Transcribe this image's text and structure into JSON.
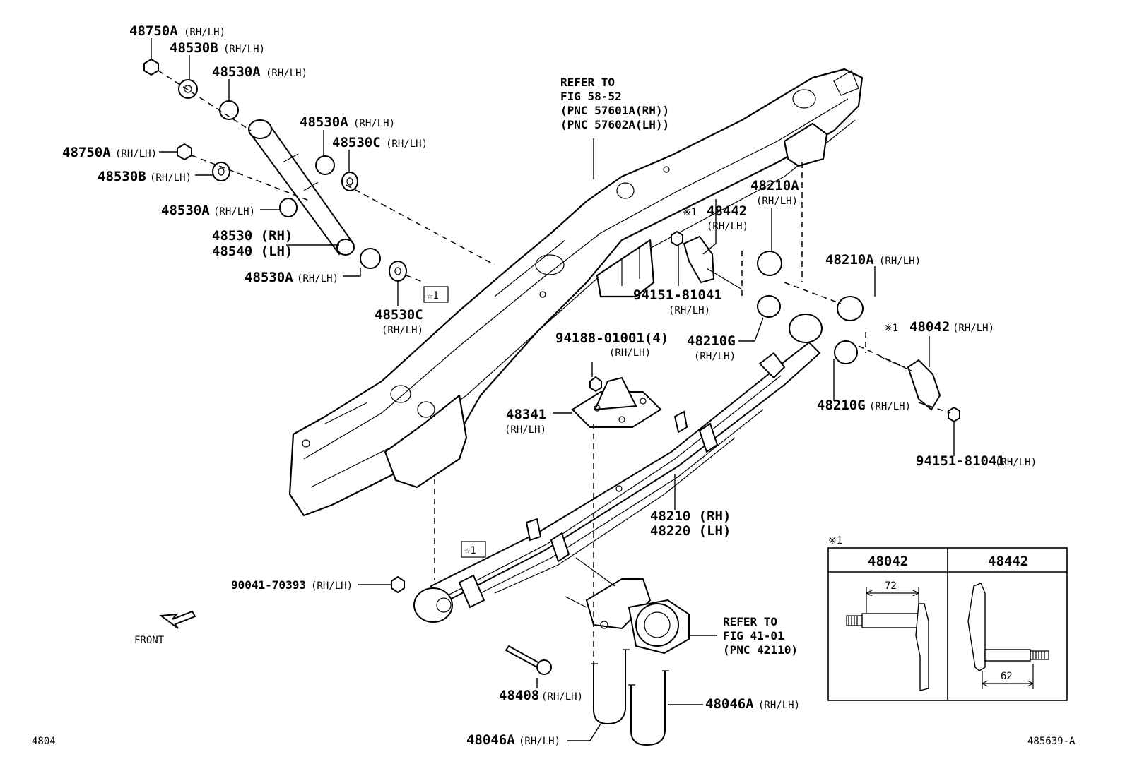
{
  "labels": {
    "p48750A_top": "48750A",
    "p48750A_top_s": "(RH/LH)",
    "p48530B_top": "48530B",
    "p48530B_top_s": "(RH/LH)",
    "p48530A_1": "48530A",
    "p48530A_1_s": "(RH/LH)",
    "p48530A_2": "48530A",
    "p48530A_2_s": "(RH/LH)",
    "p48530C_1": "48530C",
    "p48530C_1_s": "(RH/LH)",
    "p48750A_mid": "48750A",
    "p48750A_mid_s": "(RH/LH)",
    "p48530B_mid": "48530B",
    "p48530B_mid_s": "(RH/LH)",
    "p48530A_3": "48530A",
    "p48530A_3_s": "(RH/LH)",
    "p48530_rh": "48530 (RH)",
    "p48540_lh": "48540 (LH)",
    "p48530A_4": "48530A",
    "p48530A_4_s": "(RH/LH)",
    "p48530C_2": "48530C",
    "p48530C_2_s": "(RH/LH)",
    "star1_a": "☆1",
    "star1_b": "☆1",
    "ref1_l1": "REFER TO",
    "ref1_l2": "FIG 58-52",
    "ref1_l3": "(PNC 57601A(RH))",
    "ref1_l4": "(PNC 57602A(LH))",
    "p48210A_1": "48210A",
    "p48210A_1_s": "(RH/LH)",
    "p48442_mark": "※1",
    "p48442": "48442",
    "p48442_s": "(RH/LH)",
    "p48210A_2": "48210A",
    "p48210A_2_s": "(RH/LH)",
    "p94151_1": "94151-81041",
    "p94151_1_s": "(RH/LH)",
    "p48210G_1": "48210G",
    "p48210G_1_s": "(RH/LH)",
    "p48042_mark": "※1",
    "p48042": "48042",
    "p48042_s": "(RH/LH)",
    "p94188": "94188-01001(4)",
    "p94188_s": "(RH/LH)",
    "p48210G_2": "48210G",
    "p48210G_2_s": "(RH/LH)",
    "p48341": "48341",
    "p48341_s": "(RH/LH)",
    "p94151_2": "94151-81041",
    "p94151_2_s": "(RH/LH)",
    "p48210_rh": "48210 (RH)",
    "p48220_lh": "48220 (LH)",
    "p90041": "90041-70393",
    "p90041_s": "(RH/LH)",
    "ref2_l1": "REFER TO",
    "ref2_l2": "FIG 41-01",
    "ref2_l3": "(PNC 42110)",
    "front": "FRONT",
    "p48408": "48408",
    "p48408_s": "(RH/LH)",
    "p48046A_1": "48046A",
    "p48046A_1_s": "(RH/LH)",
    "p48046A_2": "48046A",
    "p48046A_2_s": "(RH/LH)",
    "fig_code": "4804",
    "illus_code": "485639-A"
  },
  "inset": {
    "mark": "※1",
    "col1": "48042",
    "col2": "48442",
    "dim1": "72",
    "dim2": "62"
  }
}
